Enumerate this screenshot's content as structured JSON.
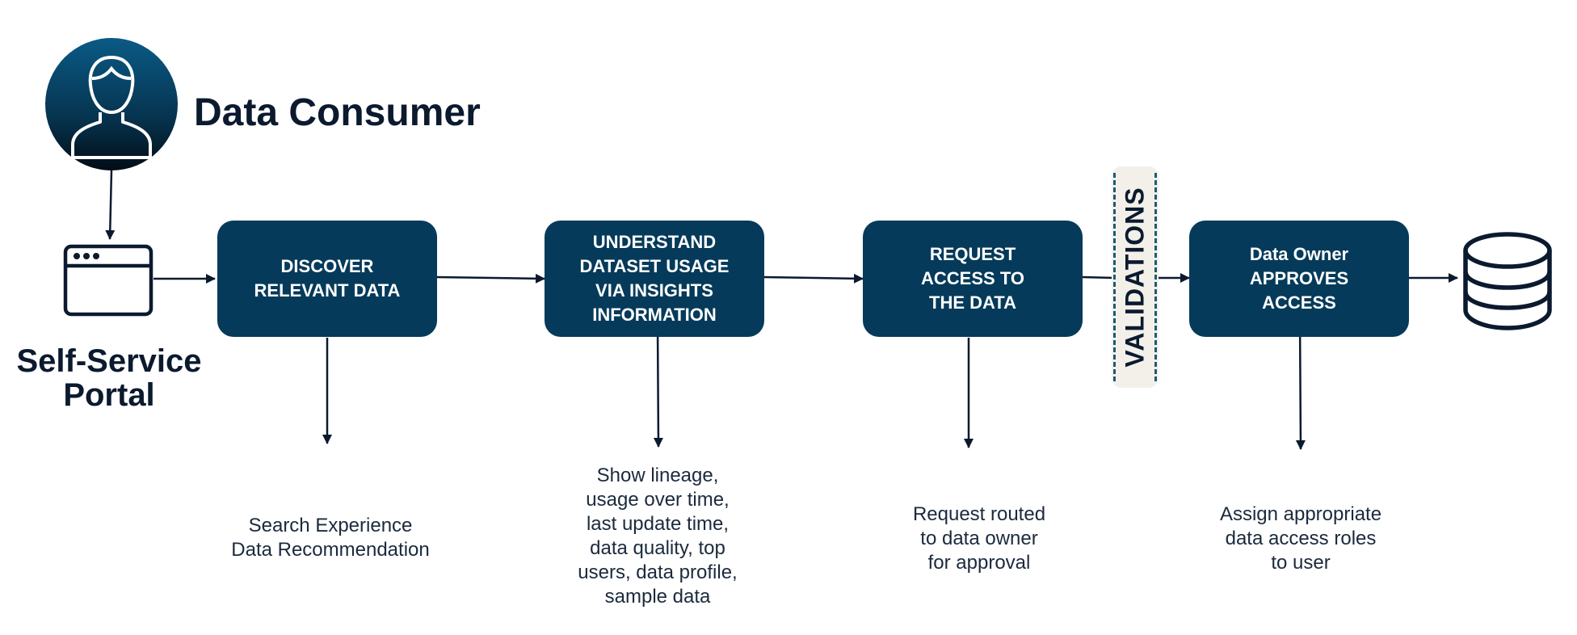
{
  "actor": {
    "title": "Data Consumer",
    "icon": "user-icon"
  },
  "portal": {
    "title": "Self-Service Portal",
    "icon": "browser-window-icon"
  },
  "steps": [
    {
      "label": "DISCOVER\nRELEVANT DATA"
    },
    {
      "label": "UNDERSTAND\nDATASET USAGE\nVIA INSIGHTS\nINFORMATION"
    },
    {
      "label": "REQUEST\nACCESS TO\nTHE DATA"
    },
    {
      "label": "Data Owner\nAPPROVES\nACCESS"
    }
  ],
  "gate": {
    "label": "VALIDATIONS"
  },
  "notes": [
    {
      "text": "Search Experience\nData Recommendation"
    },
    {
      "text": "Show lineage,\nusage over time,\nlast update time,\ndata quality, top\nusers, data profile,\nsample data"
    },
    {
      "text": "Request routed\nto data owner\nfor approval"
    },
    {
      "text": "Assign appropriate\ndata access roles\nto user"
    }
  ],
  "destination": {
    "icon": "database-icon"
  },
  "colors": {
    "box": "#053a5a",
    "ink": "#0b1a2e",
    "gate_bg": "#f3f0ea",
    "gate_dash": "#1d5a73"
  }
}
